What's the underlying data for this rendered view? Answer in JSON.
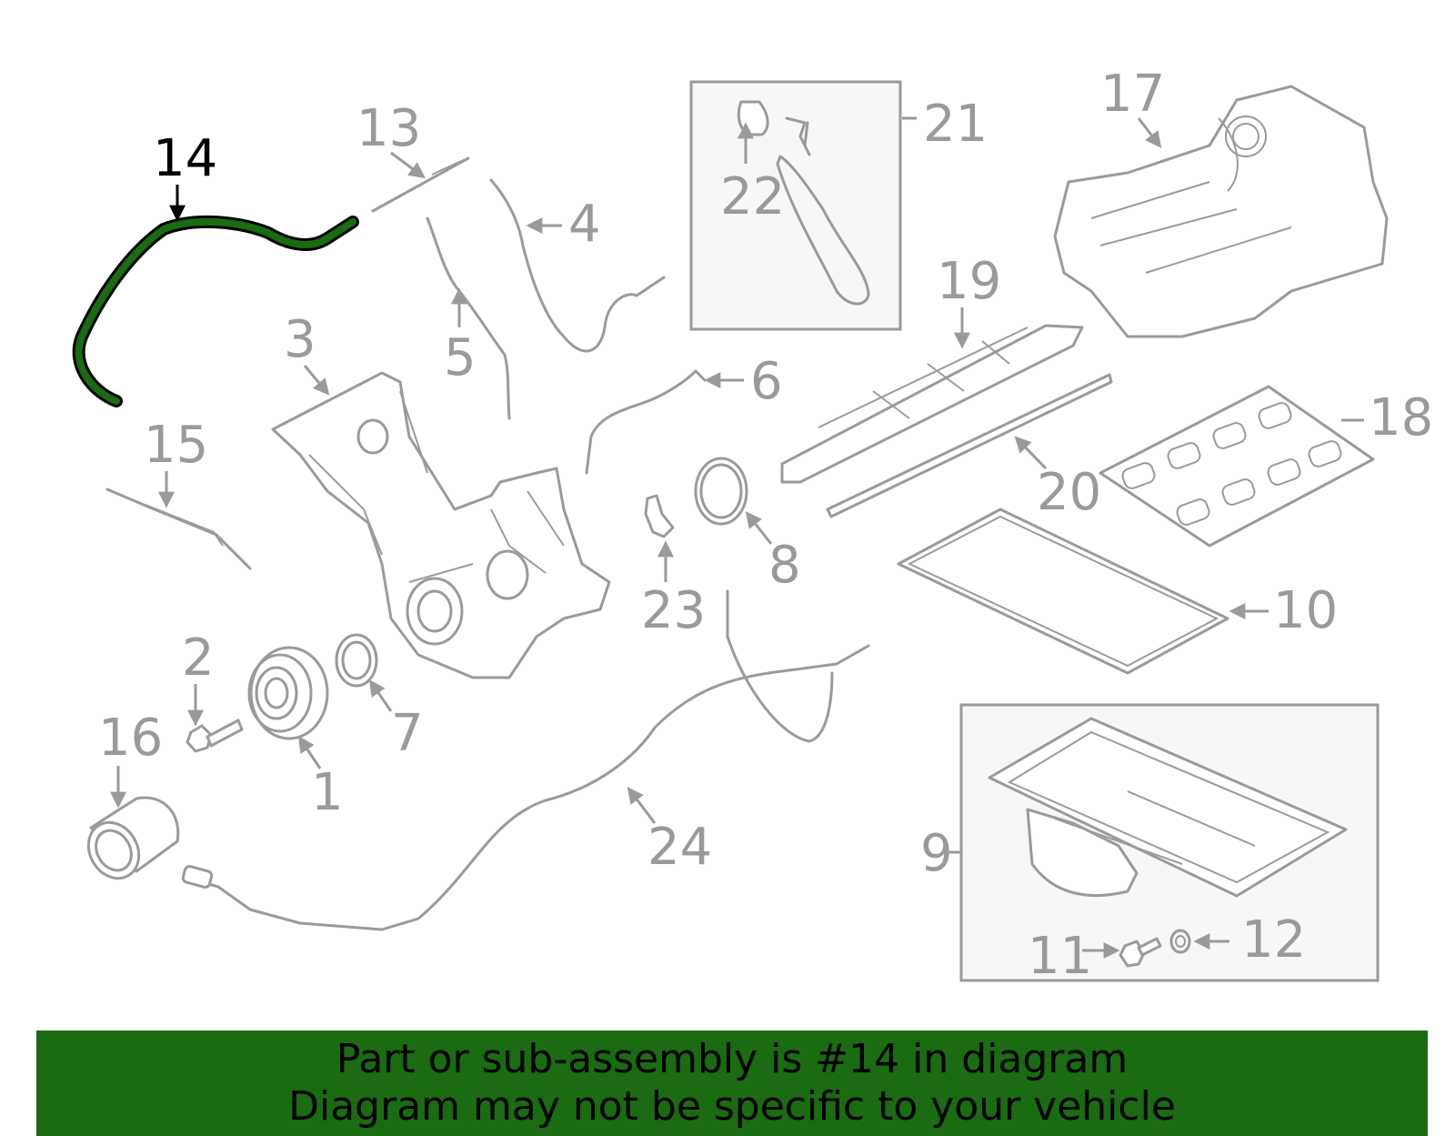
{
  "diagram": {
    "highlighted_part": "14",
    "highlight_color": "#1a6b12",
    "part_color": "#9a9a9a",
    "callouts": [
      "1",
      "2",
      "3",
      "4",
      "5",
      "6",
      "7",
      "8",
      "9",
      "10",
      "11",
      "12",
      "13",
      "14",
      "15",
      "16",
      "17",
      "18",
      "19",
      "20",
      "21",
      "22",
      "23",
      "24"
    ]
  },
  "banner": {
    "line1": "Part or sub-assembly is #14 in diagram",
    "line2": "Diagram may not be specific to your vehicle",
    "background": "#1a6b12"
  }
}
